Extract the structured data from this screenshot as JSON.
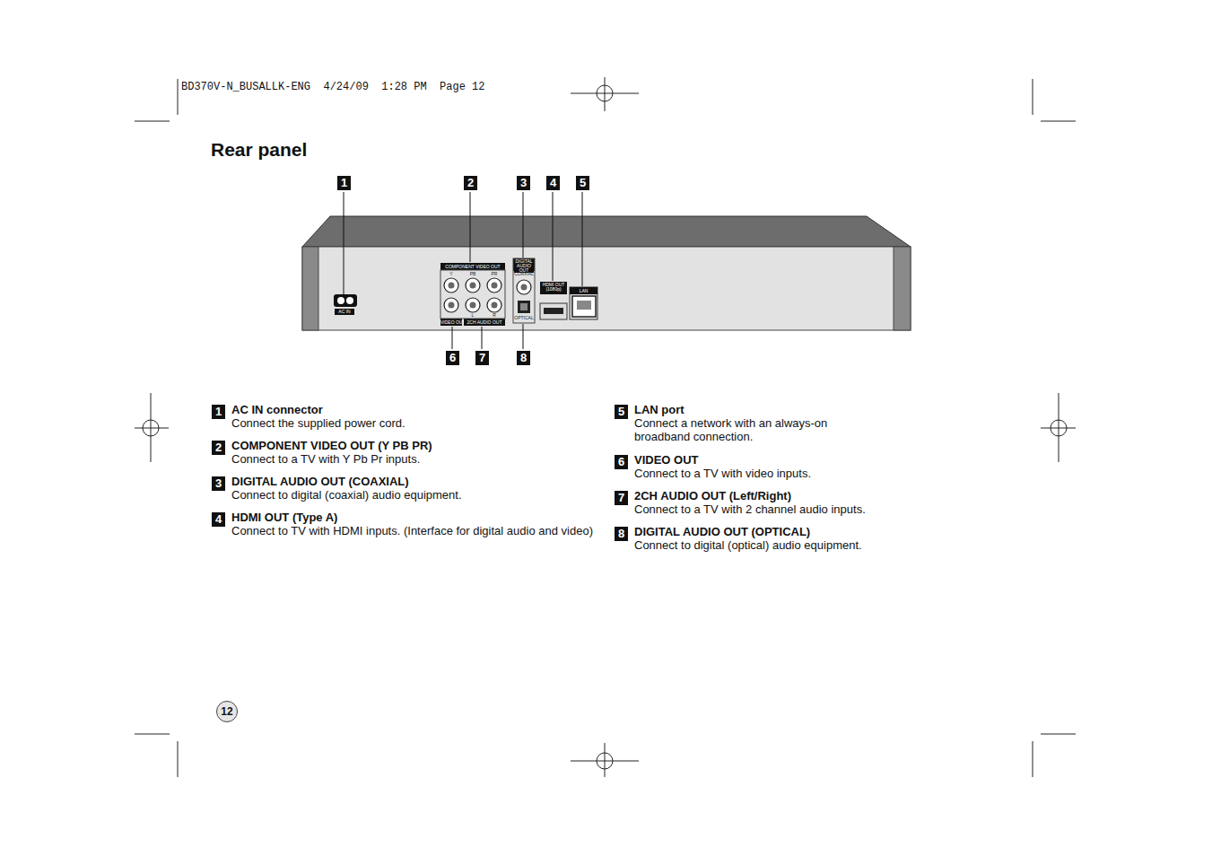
{
  "diagram": {
    "title": "Rear panel",
    "nodes": [
      {
        "text": [
          "12"
        ]
      }
    ],
    "labels": [
      "BD370V-N_BUSALLK-ENG  4/24/09  1:28 PM  Page 12",
      "1",
      "2",
      "3",
      "4",
      "5",
      "AC IN",
      "COMPONENT VIDEO OUT",
      "Y",
      "PB",
      "PR",
      "VIDEO OUT",
      "2CH AUDIO OUT",
      "L",
      "R",
      "DIGITAL AUDIO OUT",
      "COAXIAL",
      "OPTICAL",
      "HDMI OUT (1080p)",
      "LAN",
      "6",
      "7",
      "8",
      "1",
      "AC IN connector",
      "Connect the supplied power cord.",
      "2",
      "COMPONENT VIDEO OUT (Y PB PR)",
      "Connect to a TV with Y Pb Pr inputs.",
      "3",
      "DIGITAL AUDIO OUT (COAXIAL)",
      "Connect to digital (coaxial) audio equipment.",
      "4",
      "HDMI OUT (Type A)",
      "Connect to TV with HDMI inputs. (Interface for digital audio and video)",
      "5",
      "LAN port",
      "Connect a network with an always-on broadband connection.",
      "6",
      "VIDEO OUT",
      "Connect to a TV with video inputs.",
      "7",
      "2CH AUDIO OUT (Left/Right)",
      "Connect to a TV with 2 channel audio inputs.",
      "8",
      "DIGITAL AUDIO OUT (OPTICAL)",
      "Connect to digital (optical) audio equipment."
    ]
  }
}
